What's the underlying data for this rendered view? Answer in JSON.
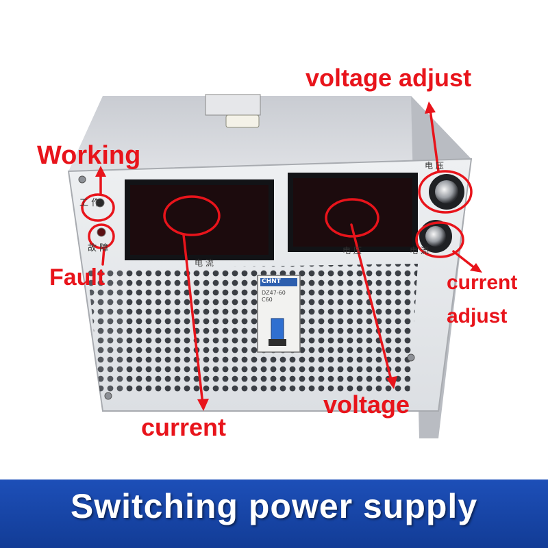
{
  "annotations": {
    "working": "Working",
    "fault": "Fault",
    "current": "current",
    "voltage": "voltage",
    "voltage_adjust": "voltage adjust",
    "current_adjust_line1": "current",
    "current_adjust_line2": "adjust"
  },
  "panel": {
    "work_indicator": "工 作",
    "fault_indicator": "故 障",
    "current_display": "电 流",
    "voltage_display": "电 压",
    "voltage_knob": "电 压",
    "current_knob": "电 流"
  },
  "breaker": {
    "brand": "CHNT",
    "model": "DZ47-60",
    "rating": "C60"
  },
  "banner": {
    "title": "Switching power supply"
  },
  "colors": {
    "annotation": "#e8141b",
    "banner": "#1d4fb8"
  }
}
